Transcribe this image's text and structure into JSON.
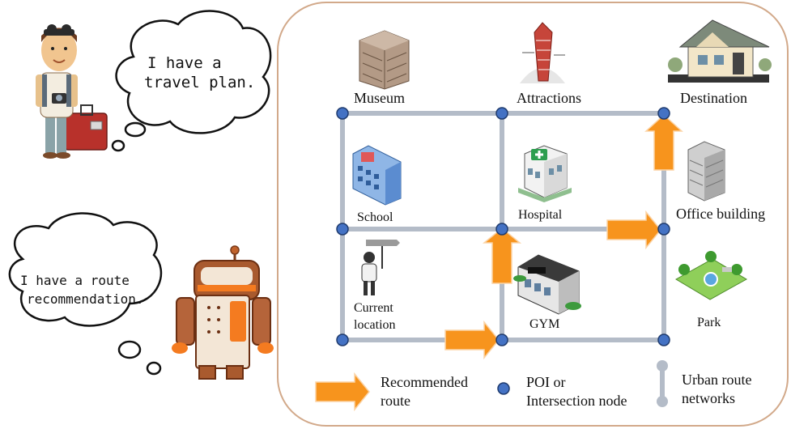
{
  "left": {
    "traveler_speech": [
      "I have a",
      "travel plan."
    ],
    "robot_speech": [
      "I have a route",
      "recommendation."
    ]
  },
  "map": {
    "pois": {
      "museum": "Museum",
      "attractions": "Attractions",
      "destination": "Destination",
      "school": "School",
      "hospital": "Hospital",
      "office": "Office building",
      "current": [
        "Current",
        "location"
      ],
      "gym": "GYM",
      "park": "Park"
    }
  },
  "legend": {
    "route": [
      "Recommended",
      "route"
    ],
    "node": [
      "POI or",
      "Intersection node"
    ],
    "network": [
      "Urban route",
      "networks"
    ]
  },
  "colors": {
    "route_orange": "#f7941d",
    "node_blue": "#4472c4",
    "road_gray": "#b4bcc8",
    "panel_border": "#d2a98a"
  }
}
